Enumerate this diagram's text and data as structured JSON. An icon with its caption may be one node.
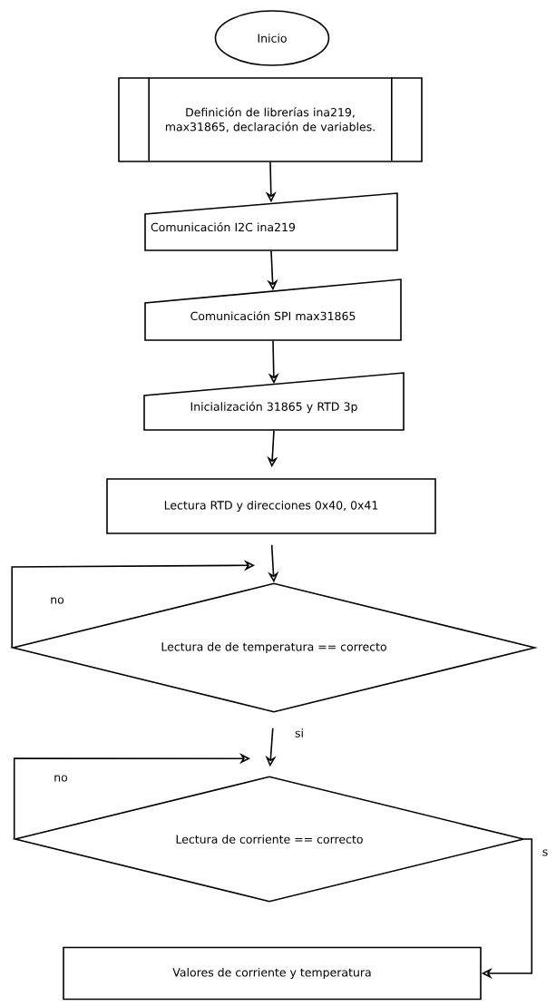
{
  "diagram": {
    "nodes": [
      {
        "text": [
          "Inicio"
        ]
      },
      {
        "text": [
          "Definición de librerías ina219, max31865, declaración de variables."
        ]
      },
      {
        "text": [
          "Comunicación I2C ina219"
        ]
      },
      {
        "text": [
          "Comunicación SPI max31865"
        ]
      },
      {
        "text": [
          "Inicialización 31865 y RTD 3p"
        ]
      },
      {
        "text": [
          "Lectura RTD y direcciones 0x40, 0x41"
        ]
      },
      {
        "text": [
          "Lectura de de temperatura == correcto"
        ]
      },
      {
        "text": [
          "Lectura de corriente == correcto"
        ]
      },
      {
        "text": [
          "Valores de corriente y temperatura"
        ]
      }
    ],
    "edges": [
      {
        "from": 1,
        "to": 2,
        "arrow": "to"
      },
      {
        "from": 2,
        "to": 3,
        "arrow": "to"
      },
      {
        "from": 3,
        "to": 4,
        "arrow": "to"
      },
      {
        "from": 4,
        "to": 5,
        "arrow": "to"
      },
      {
        "from": 5,
        "to": 6,
        "arrow": "to"
      },
      {
        "from": 6,
        "to": 6,
        "arrow": "to",
        "label": "no"
      },
      {
        "from": 6,
        "to": 7,
        "arrow": "to",
        "label": "si"
      },
      {
        "from": 7,
        "to": 7,
        "arrow": "to",
        "label": "no"
      },
      {
        "from": 7,
        "to": 8,
        "arrow": "to",
        "label": "s"
      }
    ]
  }
}
